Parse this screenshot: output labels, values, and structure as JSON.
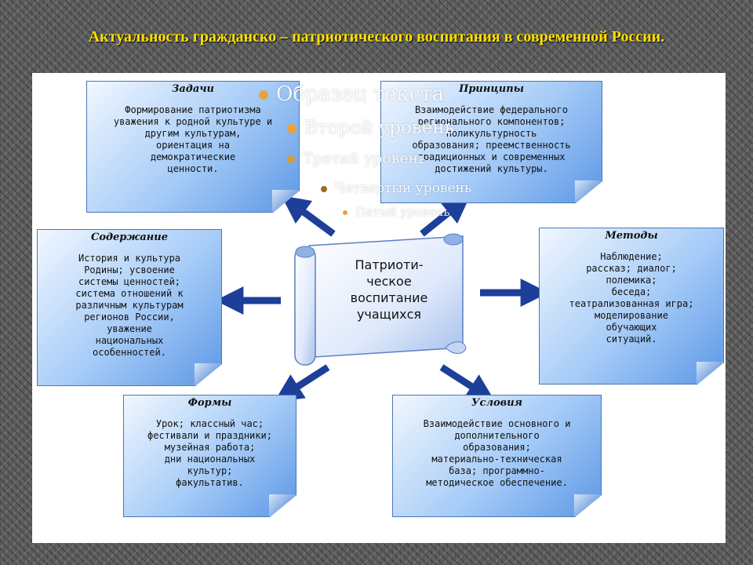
{
  "title": "Актуальность гражданско – патриотического воспитания в современной России.",
  "center": "Патриоти-\nческое\nвоспитание\nучащихся",
  "boxes": {
    "tasks": {
      "title": "Задачи",
      "body": "Формирование патриотизма\nуважения к родной культуре и\nдругим культурам,\nориентация на\nдемократические\nценности."
    },
    "principles": {
      "title": "Принципы",
      "body": "Взаимодействие федерального\nрегионального компонентов;\nполикультурность\nобразования; преемственность\nтрадиционных и современных\nдостижений культуры."
    },
    "content": {
      "title": "Содержание",
      "body": "История и культура\nРодины; усвоение\nсистемы ценностей;\nсистема отношений к\nразличным культурам\nрегионов России,\nуважение\nнациональных\nособенностей."
    },
    "methods": {
      "title": "Методы",
      "body": "Наблюдение;\nрассказ; диалог;\nполемика;\nбеседа;\nтеатрализованная игра;\nмоделирование\nобучающих\nситуаций."
    },
    "forms": {
      "title": "Формы",
      "body": "Урок; классный час;\nфестивали и праздники;\nмузейная работа;\nдни национальных\nкультур;\nфакультатив."
    },
    "conditions": {
      "title": "Условия",
      "body": "Взаимодействие основного и\nдополнительного\nобразования;\nматериально-техническая\nбаза; программно-\nметодическое обеспечение."
    }
  },
  "placeholder": {
    "level1": "Образец текста",
    "level2": "Второй уровень",
    "level3": "Третий уровень",
    "level4": "Четвертый уровень",
    "level5": "Пятый уровень"
  },
  "colors": {
    "title": "#ffe100",
    "arrow": "#1d3f9a",
    "box_light": "#f1f7ff",
    "box_dark": "#5d97e6",
    "bullet": "#e8a33a"
  }
}
